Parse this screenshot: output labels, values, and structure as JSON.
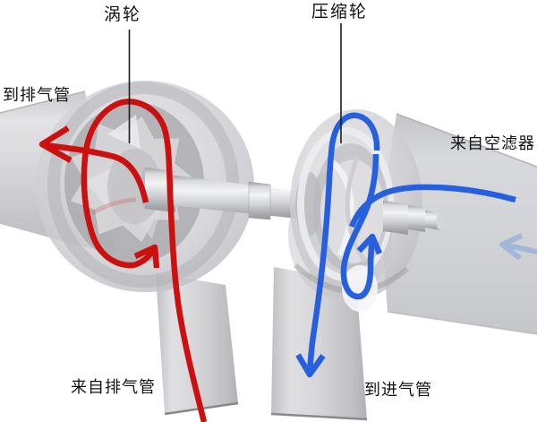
{
  "diagram": {
    "labels": {
      "turbine": "涡轮",
      "compressor": "压缩轮",
      "to_exhaust_pipe": "到排气管",
      "from_air_filter": "来自空滤器",
      "from_exhaust_pipe": "来自排气管",
      "to_intake_pipe": "到进气管"
    },
    "flows": {
      "exhaust_flow_color": "#cc1010",
      "intake_flow_color": "#2760de",
      "faint_intake_arrow_color": "#86a8dd"
    },
    "colors": {
      "background": "#ffffff",
      "body_gray": "#d2d2d5",
      "label_text": "#111111",
      "leader_line": "#1c1c1c"
    }
  }
}
